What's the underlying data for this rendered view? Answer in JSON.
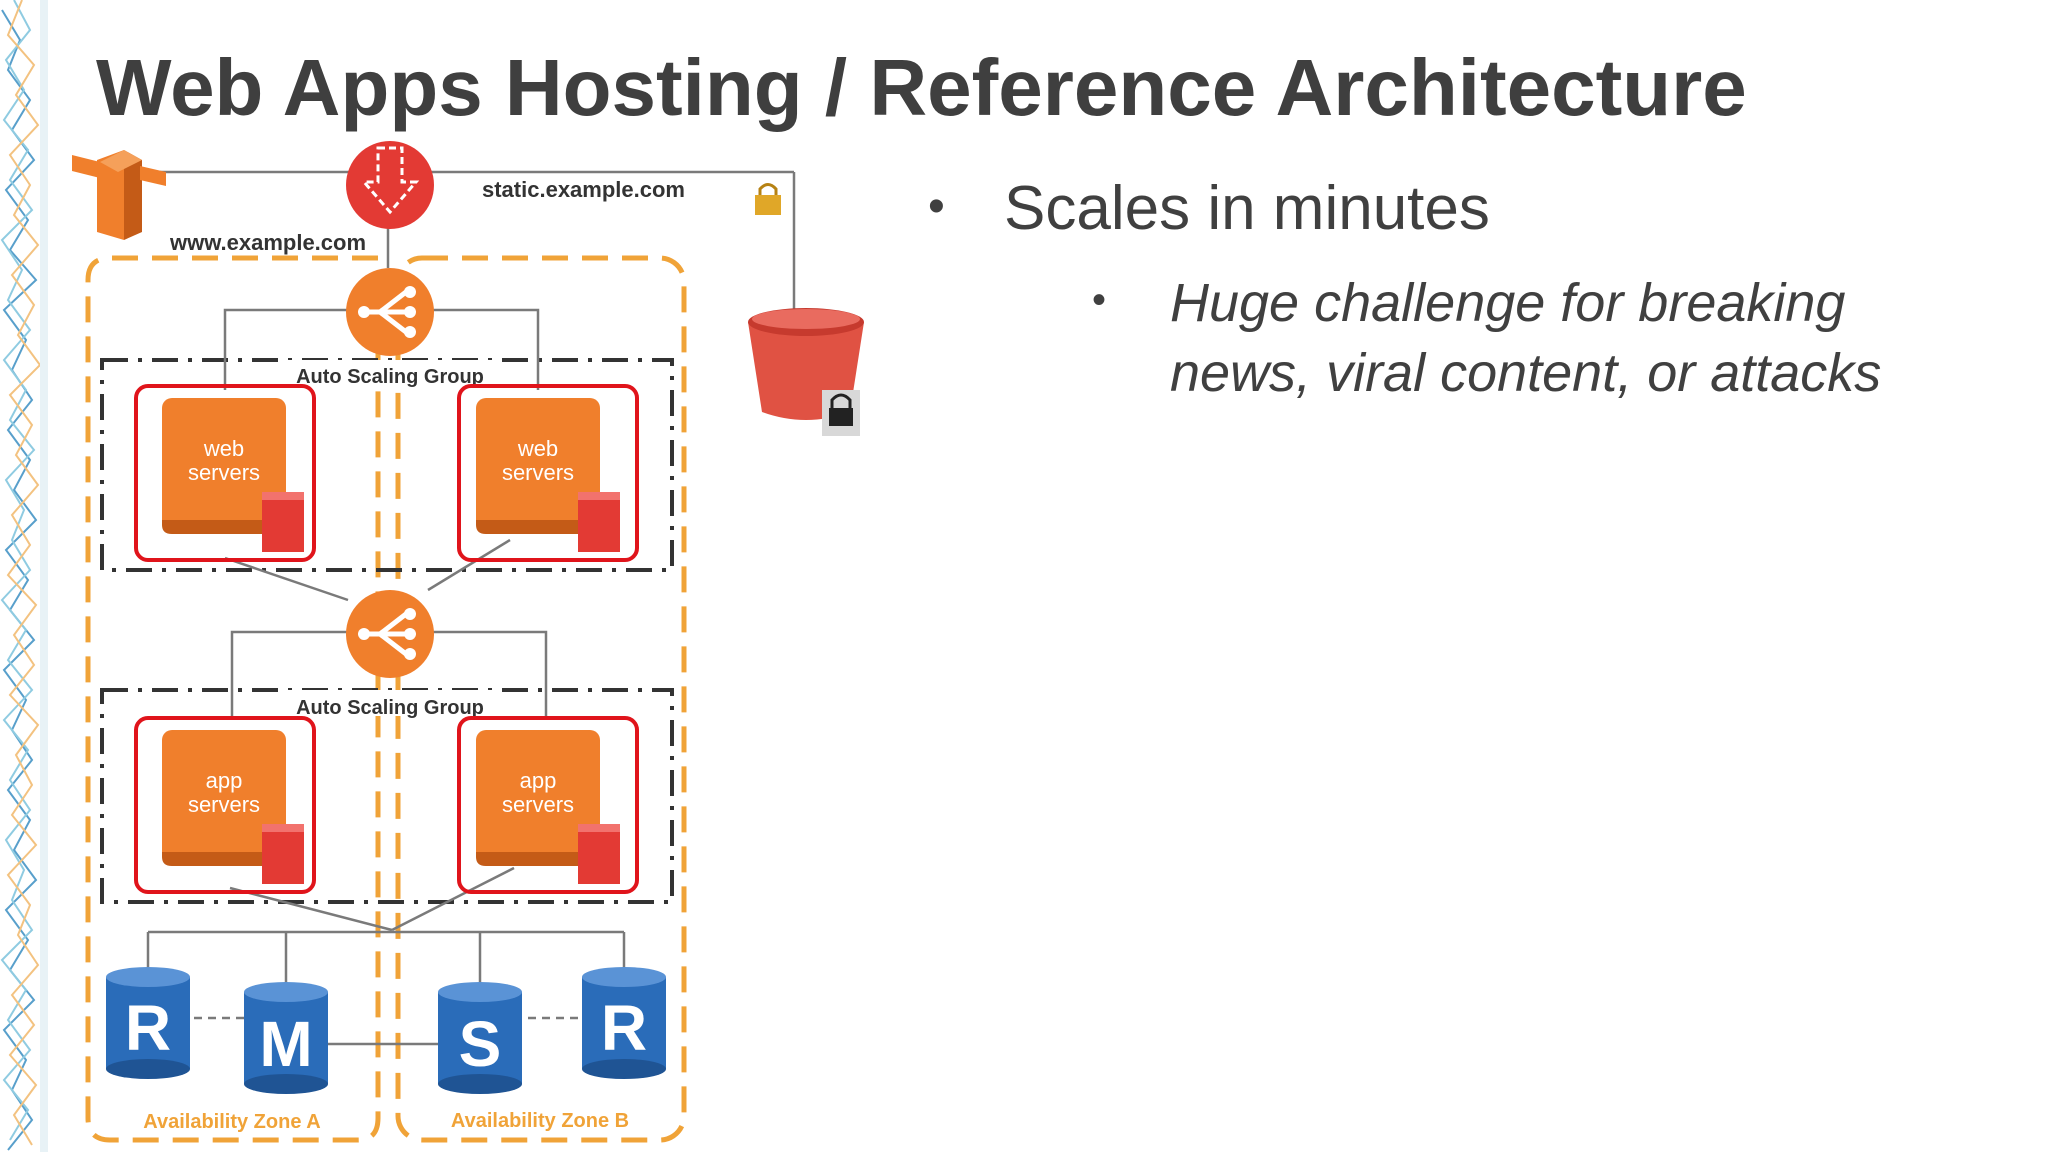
{
  "slide": {
    "title": "Web Apps Hosting / Reference Architecture",
    "bullets": [
      {
        "text": "Scales in minutes"
      },
      {
        "text": "Huge challenge for breaking news, viral content, or attacks"
      }
    ]
  },
  "diagram": {
    "www_label": "www.example.com",
    "static_label": "static.example.com",
    "asg_label": "Auto Scaling Group",
    "web_servers_label": "web\nservers",
    "app_servers_label": "app\nservers",
    "zone_a_label": "Availability Zone A",
    "zone_b_label": "Availability Zone B",
    "db_labels": [
      "R",
      "M",
      "S",
      "R"
    ],
    "icons": [
      "route53-icon",
      "cloudfront-icon",
      "load-balancer-icon",
      "s3-bucket-icon",
      "lock-icon",
      "database-icon"
    ],
    "colors": {
      "orange": "#f07f2c",
      "red": "#e33a34",
      "zone_orange": "#f0a338",
      "db_blue": "#2a6cb9",
      "s3_red": "#e05243",
      "lock_gold": "#e0a728"
    }
  }
}
